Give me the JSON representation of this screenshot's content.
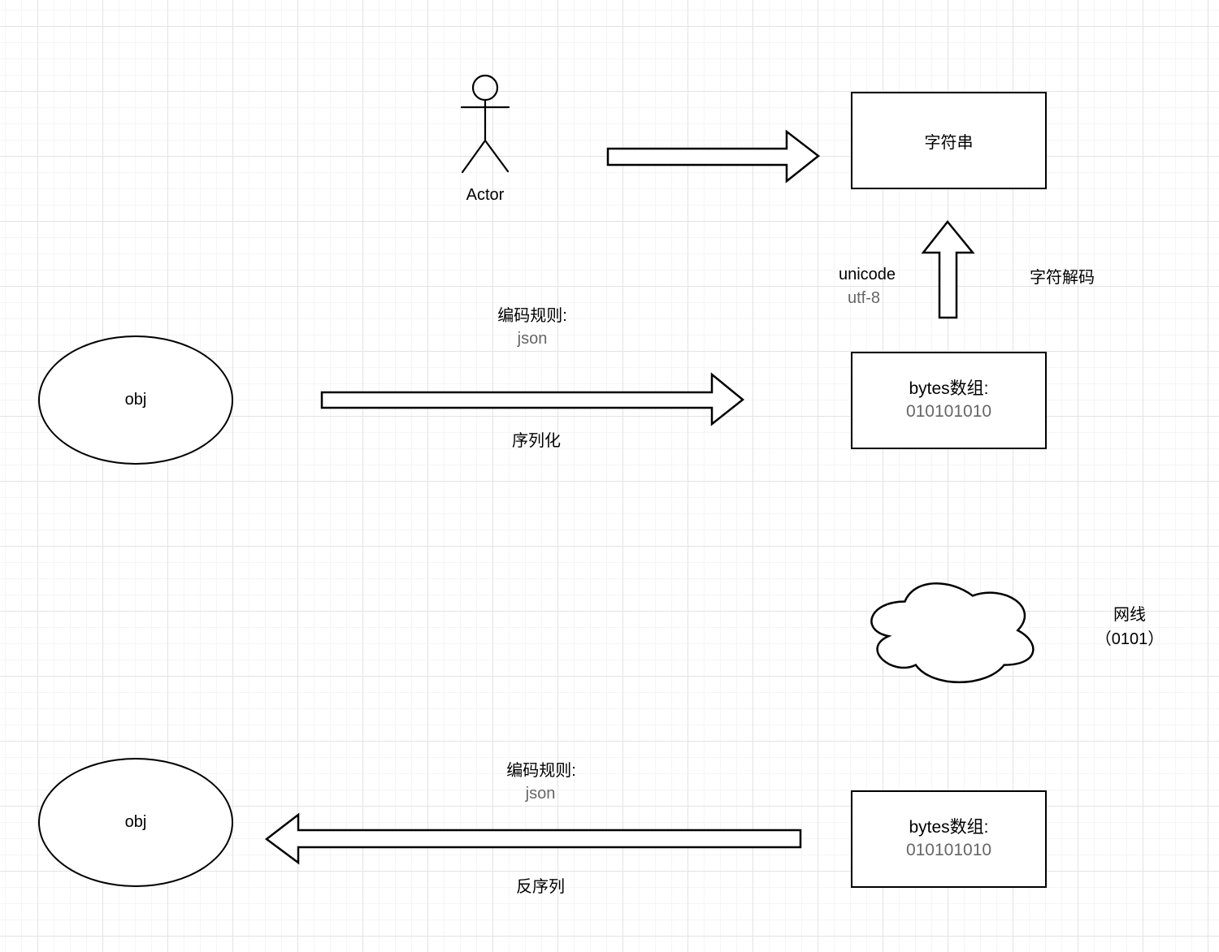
{
  "colors": {
    "stroke": "#000000",
    "text_primary": "#000000",
    "text_secondary": "#666666",
    "grid_major": "#e3e3e3",
    "grid_minor": "#f5f5f5",
    "background": "#ffffff"
  },
  "nodes": {
    "actor": {
      "label": "Actor"
    },
    "string_box": {
      "label": "字符串"
    },
    "obj_top": {
      "label": "obj"
    },
    "obj_bottom": {
      "label": "obj"
    },
    "bytes_top": {
      "title": "bytes数组:",
      "value": "010101010"
    },
    "bytes_bottom": {
      "title": "bytes数组:",
      "value": "010101010"
    },
    "cloud": {
      "line1": "网线",
      "line2": "（0101）"
    }
  },
  "edges": {
    "serialize": {
      "rule": "编码规则:",
      "rule_value": "json",
      "action": "序列化"
    },
    "deserialize": {
      "rule": "编码规则:",
      "rule_value": "json",
      "action": "反序列"
    },
    "decode": {
      "encoding": "unicode",
      "encoding_value": "utf-8",
      "action": "字符解码"
    }
  }
}
